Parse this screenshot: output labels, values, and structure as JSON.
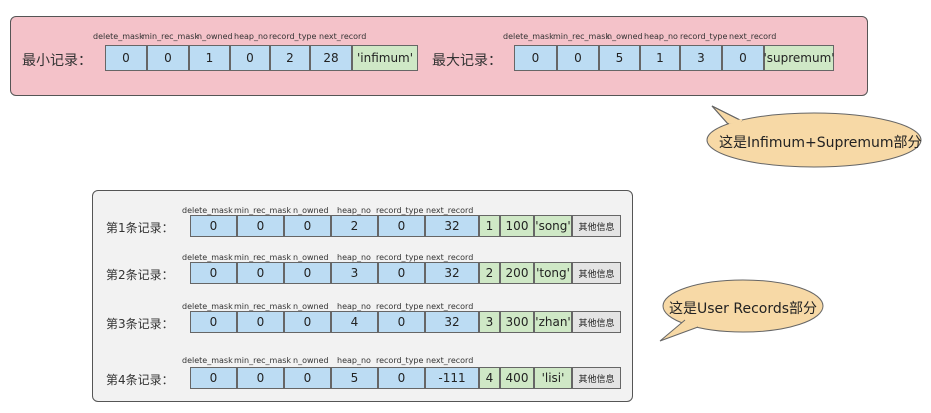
{
  "headers": [
    "delete_mask",
    "min_rec_mask",
    "n_owned",
    "heap_no",
    "record_type",
    "next_record"
  ],
  "infimum": {
    "label": "最小记录：",
    "values": [
      "0",
      "0",
      "1",
      "0",
      "2",
      "28"
    ],
    "tag": "'infimum'"
  },
  "supremum": {
    "label": "最大记录：",
    "values": [
      "0",
      "0",
      "5",
      "1",
      "3",
      "0"
    ],
    "tag": "'supremum'"
  },
  "records": [
    {
      "label": "第1条记录：",
      "values": [
        "0",
        "0",
        "0",
        "2",
        "0",
        "32"
      ],
      "id": "1",
      "num": "100",
      "name": "'song'",
      "other": "其他信息"
    },
    {
      "label": "第2条记录：",
      "values": [
        "0",
        "0",
        "0",
        "3",
        "0",
        "32"
      ],
      "id": "2",
      "num": "200",
      "name": "'tong'",
      "other": "其他信息"
    },
    {
      "label": "第3条记录：",
      "values": [
        "0",
        "0",
        "0",
        "4",
        "0",
        "32"
      ],
      "id": "3",
      "num": "300",
      "name": "'zhan'",
      "other": "其他信息"
    },
    {
      "label": "第4条记录：",
      "values": [
        "0",
        "0",
        "0",
        "5",
        "0",
        "-111"
      ],
      "id": "4",
      "num": "400",
      "name": "'lisi'",
      "other": "其他信息"
    }
  ],
  "callouts": {
    "infimum_supremum": "这是Infimum+Supremum部分",
    "user_records": "这是User Records部分"
  },
  "colors": {
    "top_panel": "#f4c2c9",
    "header_cells": "#bcdcf3",
    "data_cells": "#cfe8c6",
    "bubble": "#f7d9a6"
  }
}
